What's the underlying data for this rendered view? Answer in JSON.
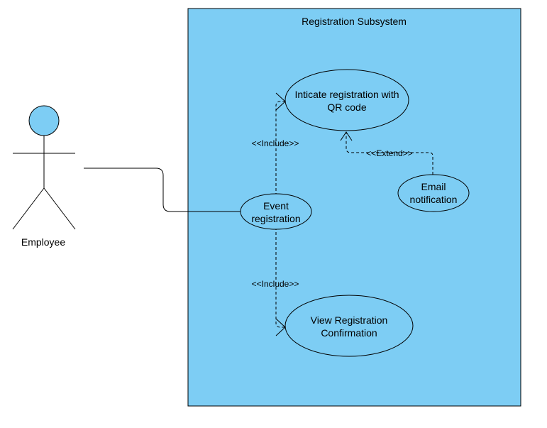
{
  "system": {
    "title": "Registration Subsystem",
    "fill": "#7dcdf4"
  },
  "actor": {
    "name": "Employee",
    "head_fill": "#7dcdf4"
  },
  "use_cases": {
    "qr": {
      "line1": "Inticate registration with",
      "line2": "QR code"
    },
    "event": {
      "line1": "Event",
      "line2": "registration"
    },
    "email": {
      "line1": "Email",
      "line2": "notification"
    },
    "view": {
      "line1": "View Registration",
      "line2": "Confirmation"
    }
  },
  "relations": {
    "include_qr": "<<Include>>",
    "include_view": "<<Include>>",
    "extend_email": "<<Extend>>"
  },
  "colors": {
    "stroke": "#000000",
    "use_case_fill": "#7dcdf4"
  }
}
